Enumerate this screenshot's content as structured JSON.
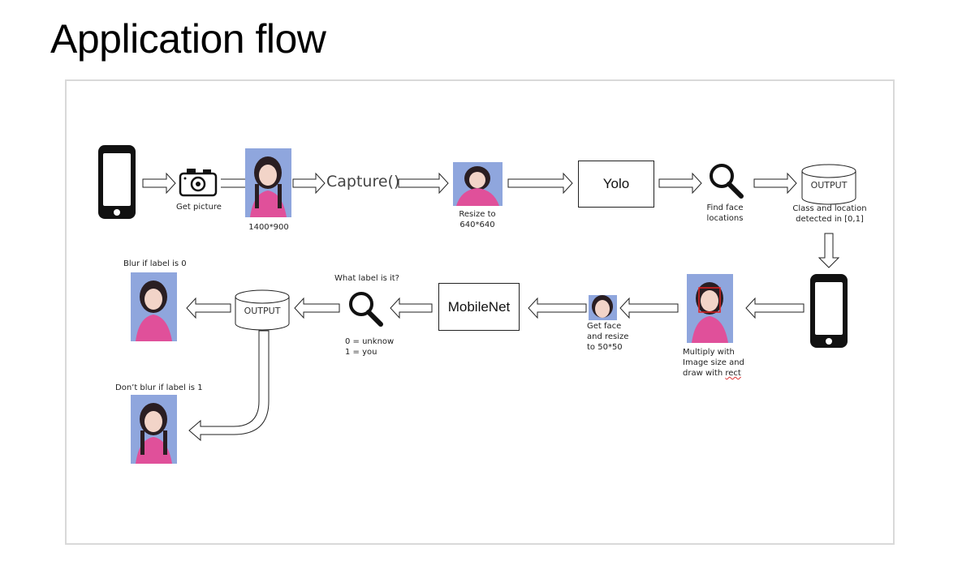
{
  "slide": {
    "title": "Application flow"
  },
  "nodes": {
    "get_picture": "Get picture",
    "size_1400": "1400*900",
    "capture": "Capture()",
    "resize": "Resize to\n640*640",
    "yolo": "Yolo",
    "find_face": "Find face\nlocations",
    "output_top": "OUTPUT",
    "class_location": "Class and location\ndetected in [0,1]",
    "multiply": "Multiply with\nImage size and\ndraw with ",
    "multiply_rect": "rect",
    "get_face": "Get face\nand resize\nto 50*50",
    "mobilenet": "MobileNet",
    "what_label": "What label is it?",
    "label_values": "0 = unknow\n1 = you",
    "output_bottom": "OUTPUT",
    "blur_label0": "Blur if label is 0",
    "noblur_label1": "Don’t blur if label is 1"
  },
  "colors": {
    "photo_bg": "#8fa6dd",
    "shirt": "#e0509a",
    "face_box": "#e02020",
    "border": "#d9d9d9"
  },
  "icons": [
    "smartphone-icon",
    "camera-icon",
    "magnifier-icon",
    "database-icon"
  ]
}
